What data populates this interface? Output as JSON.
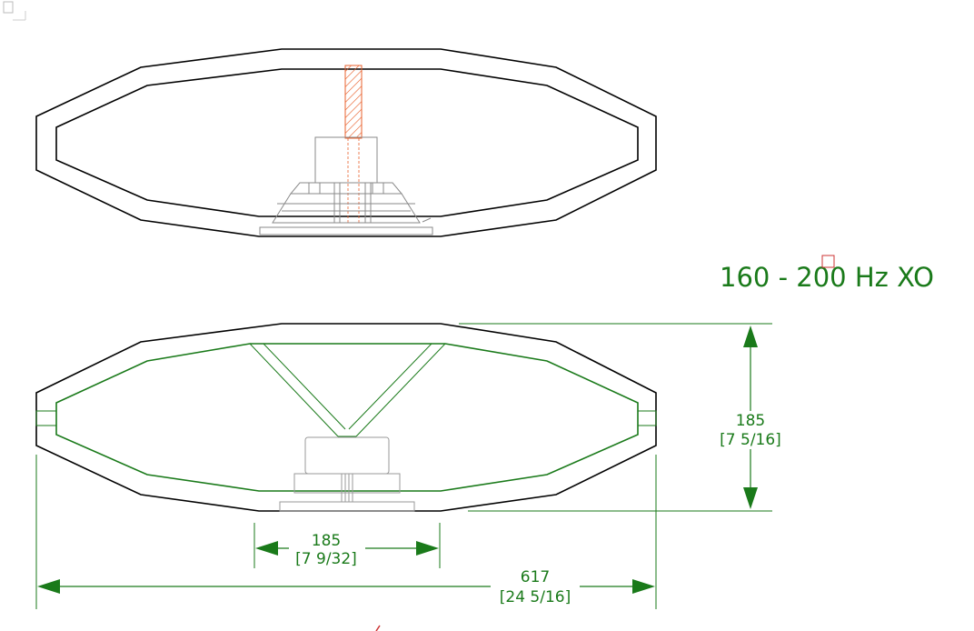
{
  "title": "160 - 200 Hz XO",
  "colors": {
    "outline": "#000000",
    "dimension": "#1a7a1a",
    "brace": "#e8602c",
    "driver": "#9a9a9a",
    "marker": "#cc3333"
  },
  "dimensions": {
    "height": {
      "value": "185",
      "imperial": "[7 5/16]"
    },
    "driver_width": {
      "value": "185",
      "imperial": "[7 9/32]"
    },
    "overall_width": {
      "value": "617",
      "imperial": "[24 5/16]"
    }
  }
}
